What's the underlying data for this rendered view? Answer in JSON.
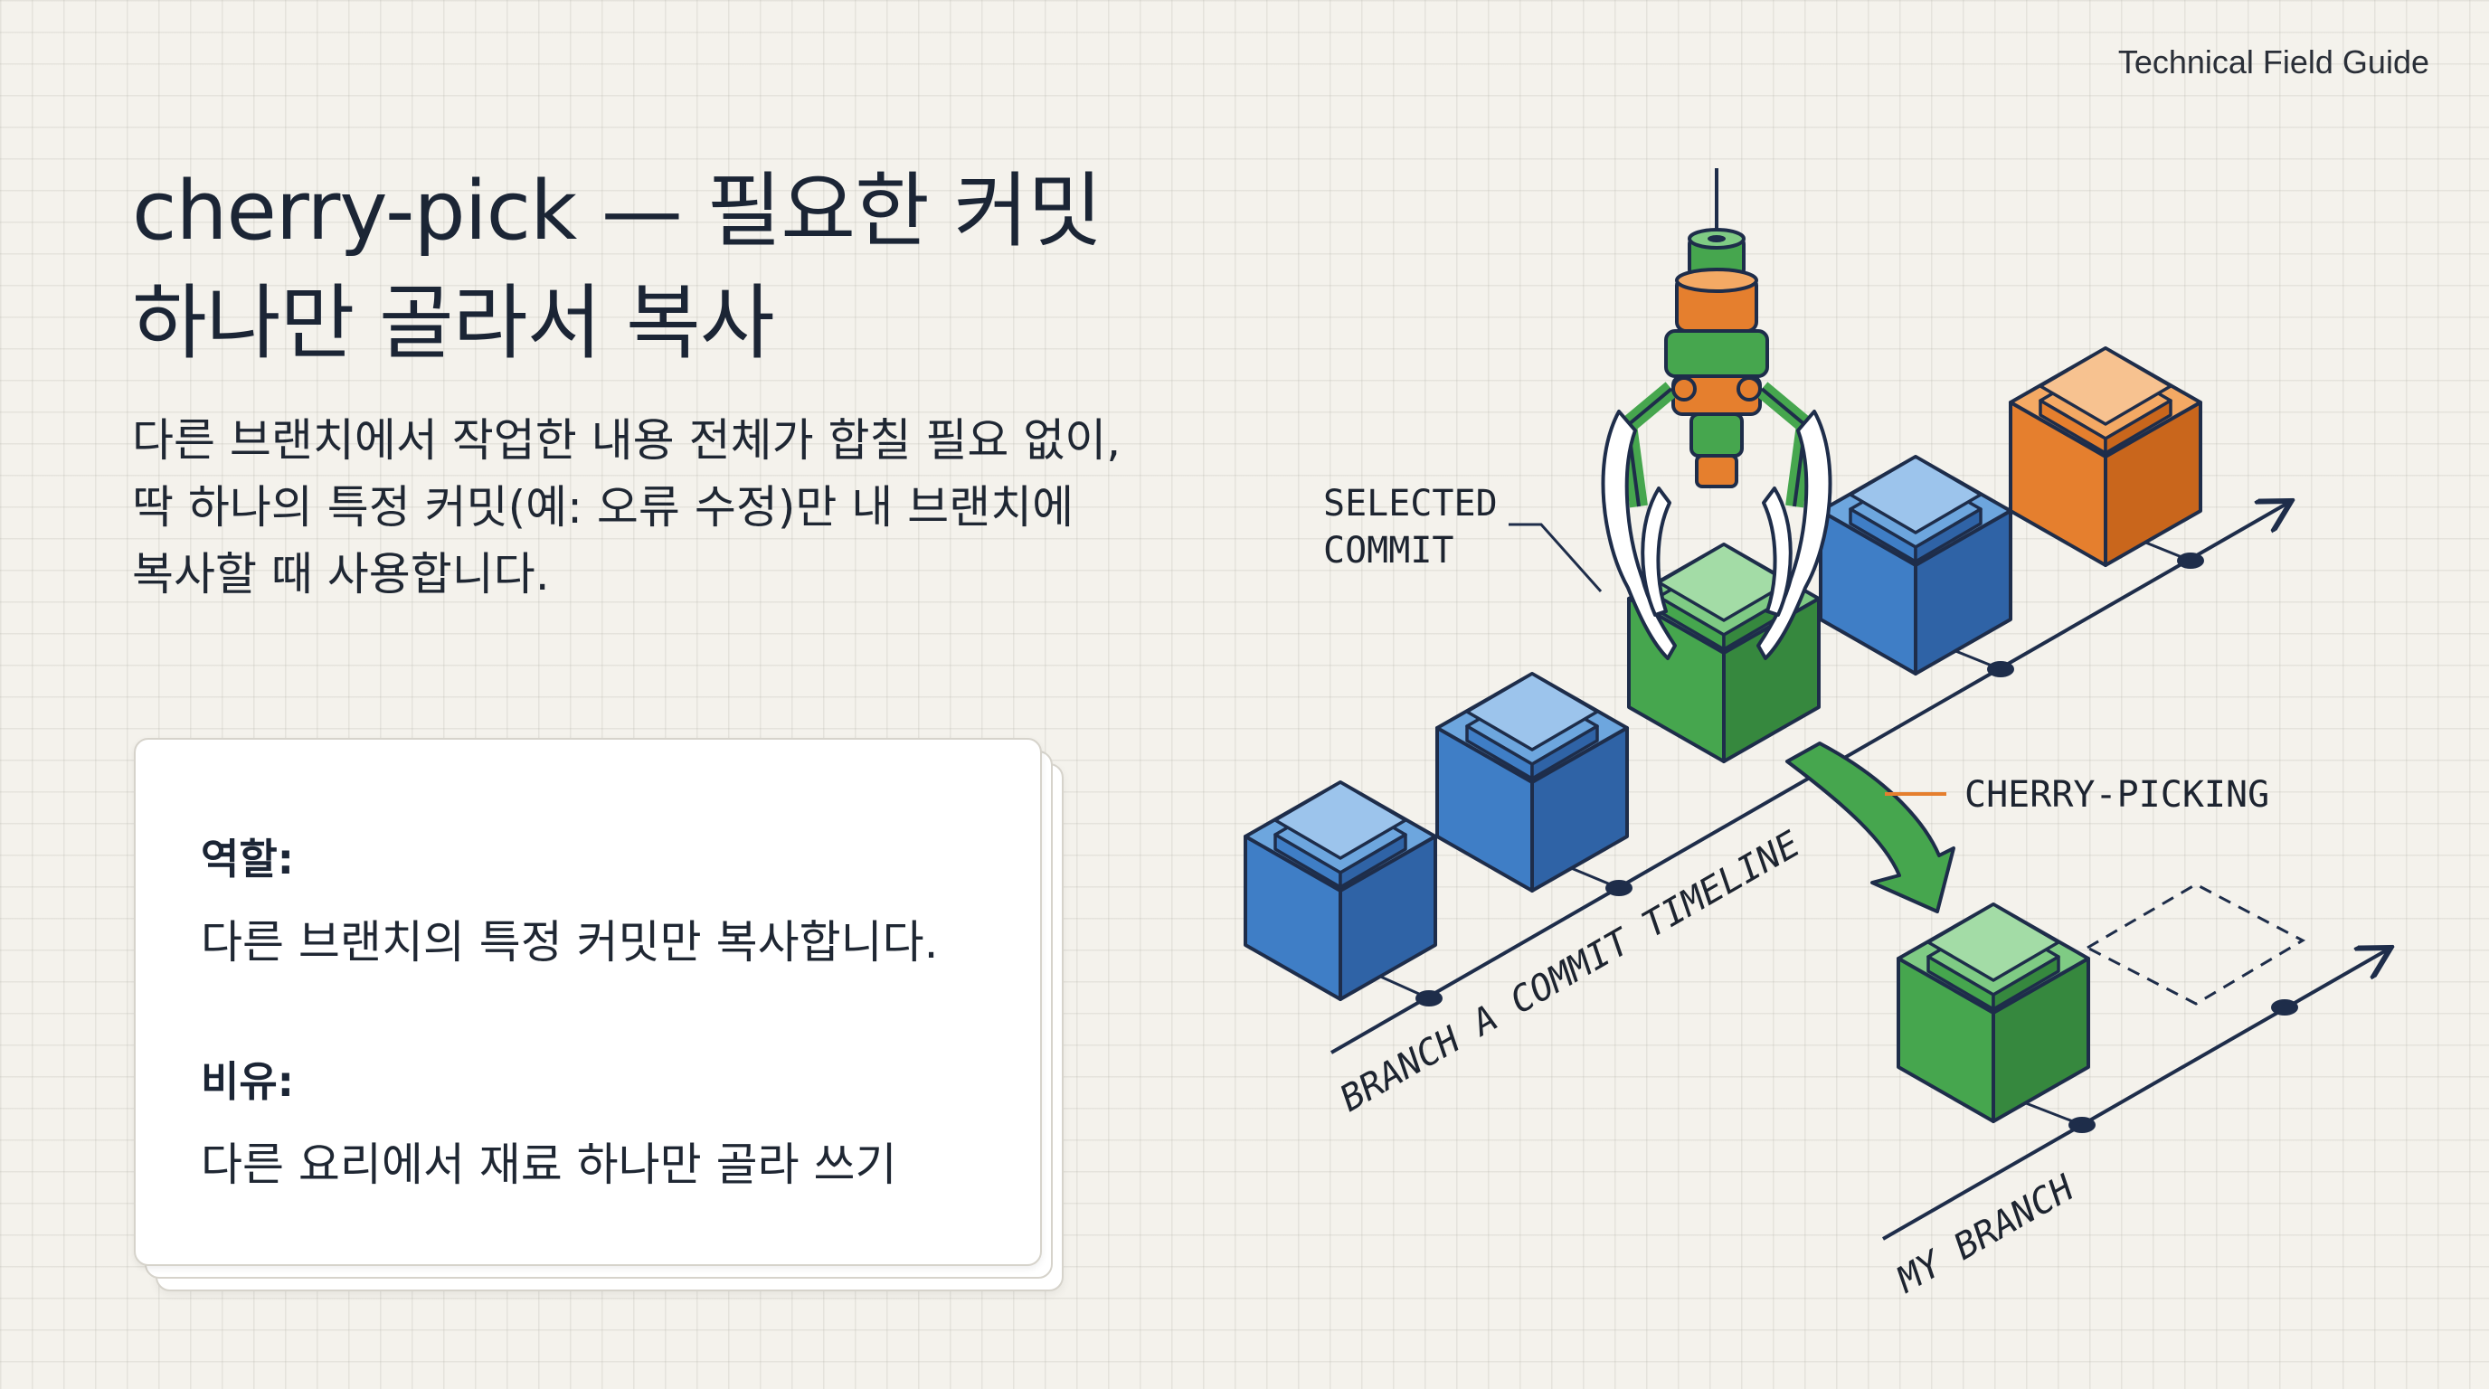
{
  "header": {
    "guide_label": "Technical Field Guide"
  },
  "title": {
    "line1": "cherry-pick — 필요한 커밋",
    "line2": "하나만 골라서 복사"
  },
  "description": {
    "line1": "다른 브랜치에서 작업한 내용 전체가 합칠 필요 없이,",
    "line2": "딱 하나의 특정 커밋(예: 오류 수정)만 내 브랜치에",
    "line3": "복사할 때 사용합니다."
  },
  "card": {
    "role_heading": "역할:",
    "role_text": "다른 브랜치의 특정 커밋만 복사합니다.",
    "analogy_heading": "비유:",
    "analogy_text": "다른 요리에서 재료 하나만 골라 쓰기"
  },
  "diagram": {
    "selected_label_line1": "SELECTED",
    "selected_label_line2": "COMMIT",
    "cherry_picking_label": "CHERRY-PICKING",
    "branch_a_label": "BRANCH A COMMIT TIMELINE",
    "my_branch_label": "MY BRANCH",
    "colors": {
      "blue": "#3f7ec6",
      "green": "#46a64e",
      "orange": "#e57f2e",
      "outline": "#1e2d4a"
    }
  }
}
